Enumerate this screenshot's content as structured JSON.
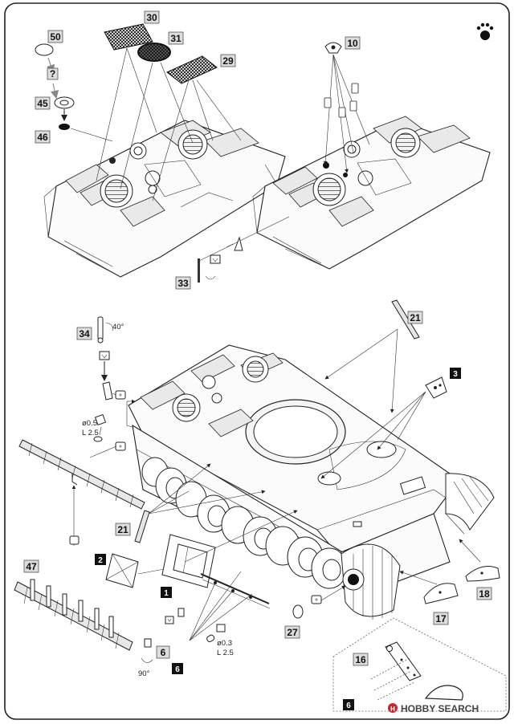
{
  "callouts": {
    "c50": "50",
    "c45": "45",
    "c46": "46",
    "c30": "30",
    "c31": "31",
    "c29": "29",
    "c10": "10",
    "c33": "33",
    "c21a": "21",
    "c34": "34",
    "c3": "3",
    "c21b": "21",
    "c2": "2",
    "c1": "1",
    "c47": "47",
    "c6a": "6",
    "c6b": "6",
    "c27": "27",
    "c17": "17",
    "c18": "18",
    "c16": "16",
    "c6c": "6"
  },
  "annotations": {
    "question": "?",
    "angle_top": "40°",
    "angle_bottom": "90°",
    "drill_a_dia": "ø0.5",
    "drill_a_len": "L 2.5",
    "drill_b_dia": "ø0.3",
    "drill_b_len": "L 2.5"
  },
  "brand": {
    "text": "HOBBY SEARCH"
  },
  "colors": {
    "ink": "#222222",
    "label_bg": "#dcdcdc",
    "box_fill": "#111111",
    "brand_red": "#c0282d"
  }
}
